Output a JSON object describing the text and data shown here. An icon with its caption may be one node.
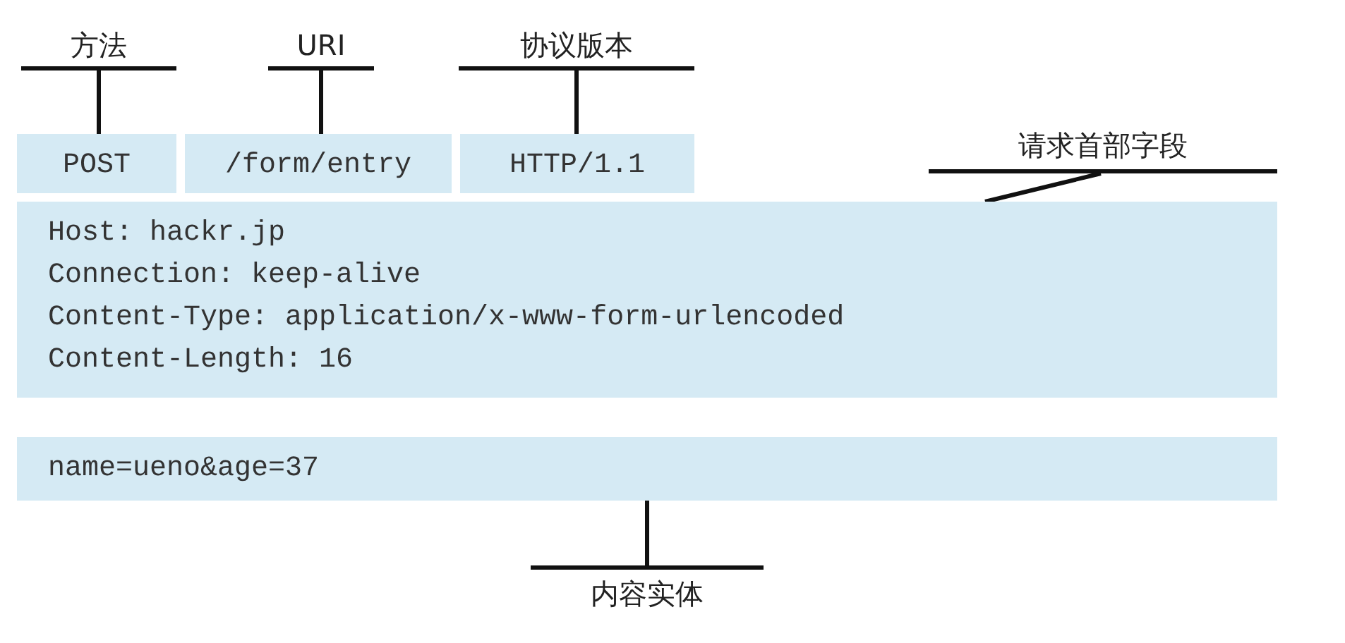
{
  "diagram": {
    "nodes": [
      {
        "text": [
          "方法"
        ]
      },
      {
        "text": [
          "URI"
        ]
      },
      {
        "text": [
          "协议版本"
        ]
      },
      {
        "text": [
          "POST"
        ]
      },
      {
        "text": [
          "/form/entry"
        ]
      },
      {
        "text": [
          "HTTP/1.1"
        ]
      },
      {
        "text": [
          "请求首部字段"
        ]
      },
      {
        "text": [
          "Host: hackr.jp",
          "Connection: keep-alive",
          "Content-Type: application/x-www-form-urlencoded",
          "Content-Length: 16"
        ]
      },
      {
        "text": [
          "name=ueno&age=37"
        ]
      },
      {
        "text": [
          "内容实体"
        ]
      }
    ],
    "edges": [
      {
        "from": 0,
        "to": 3,
        "arrow": "none"
      },
      {
        "from": 1,
        "to": 4,
        "arrow": "none"
      },
      {
        "from": 2,
        "to": 5,
        "arrow": "none"
      },
      {
        "from": 6,
        "to": 7,
        "arrow": "none"
      },
      {
        "from": 9,
        "to": 8,
        "arrow": "none"
      }
    ]
  }
}
